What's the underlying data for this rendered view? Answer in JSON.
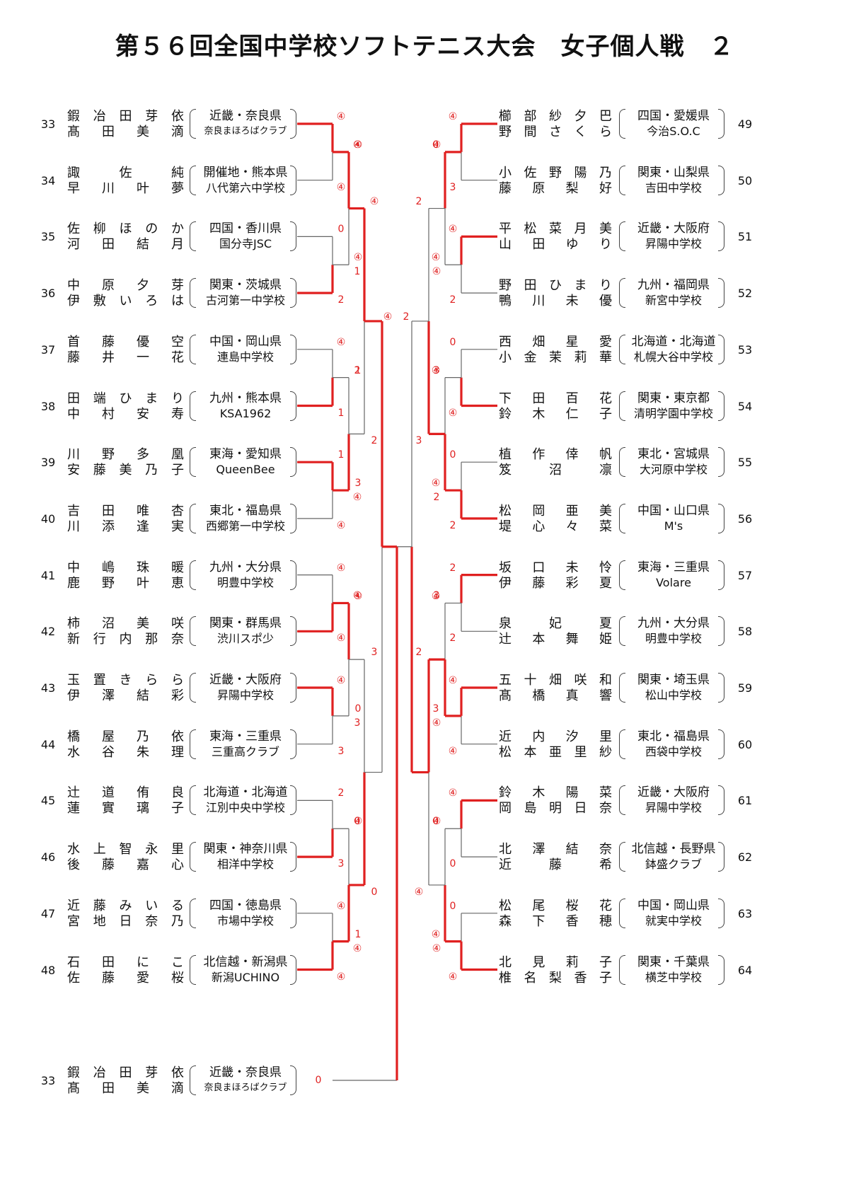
{
  "title": "第５６回全国中学校ソフトテニス大会　女子個人戦　２",
  "colors": {
    "win_line": "#e02020",
    "lose_line": "#666666",
    "score": "#e02020"
  },
  "left_entries": [
    {
      "num": "33",
      "p1": "鍜冶田芽依",
      "p2": "髙田美滴",
      "pref": "近畿・奈良県",
      "club": "奈良まほろばクラブ"
    },
    {
      "num": "34",
      "p1": "諏佐純",
      "p2": "早川叶夢",
      "pref": "開催地・熊本県",
      "club": "八代第六中学校"
    },
    {
      "num": "35",
      "p1": "佐柳ほのか",
      "p2": "河田結月",
      "pref": "四国・香川県",
      "club": "国分寺JSC"
    },
    {
      "num": "36",
      "p1": "中原夕芽",
      "p2": "伊敷いろは",
      "pref": "関東・茨城県",
      "club": "古河第一中学校"
    },
    {
      "num": "37",
      "p1": "首藤優空",
      "p2": "藤井一花",
      "pref": "中国・岡山県",
      "club": "連島中学校"
    },
    {
      "num": "38",
      "p1": "田端ひまり",
      "p2": "中村安寿",
      "pref": "九州・熊本県",
      "club": "KSA1962"
    },
    {
      "num": "39",
      "p1": "川野多凰",
      "p2": "安藤美乃子",
      "pref": "東海・愛知県",
      "club": "QueenBee"
    },
    {
      "num": "40",
      "p1": "吉田唯杏",
      "p2": "川添逢実",
      "pref": "東北・福島県",
      "club": "西郷第一中学校"
    },
    {
      "num": "41",
      "p1": "中嶋珠暖",
      "p2": "鹿野叶恵",
      "pref": "九州・大分県",
      "club": "明豊中学校"
    },
    {
      "num": "42",
      "p1": "柿沼美咲",
      "p2": "新行内那奈",
      "pref": "関東・群馬県",
      "club": "渋川スポ少"
    },
    {
      "num": "43",
      "p1": "玉置きらら",
      "p2": "伊澤結彩",
      "pref": "近畿・大阪府",
      "club": "昇陽中学校"
    },
    {
      "num": "44",
      "p1": "橋屋乃依",
      "p2": "水谷朱理",
      "pref": "東海・三重県",
      "club": "三重高クラブ"
    },
    {
      "num": "45",
      "p1": "辻道侑良",
      "p2": "蓮實璃子",
      "pref": "北海道・北海道",
      "club": "江別中央中学校"
    },
    {
      "num": "46",
      "p1": "水上智永里",
      "p2": "後藤嘉心",
      "pref": "関東・神奈川県",
      "club": "相洋中学校"
    },
    {
      "num": "47",
      "p1": "近藤みいる",
      "p2": "宮地日奈乃",
      "pref": "四国・徳島県",
      "club": "市場中学校"
    },
    {
      "num": "48",
      "p1": "石田にこ",
      "p2": "佐藤愛桜",
      "pref": "北信越・新潟県",
      "club": "新潟UCHINO"
    }
  ],
  "right_entries": [
    {
      "num": "49",
      "p1": "櫛部紗夕巴",
      "p2": "野間さくら",
      "pref": "四国・愛媛県",
      "club": "今治S.O.C"
    },
    {
      "num": "50",
      "p1": "小佐野陽乃",
      "p2": "藤原梨好",
      "pref": "関東・山梨県",
      "club": "吉田中学校"
    },
    {
      "num": "51",
      "p1": "平松菜月美",
      "p2": "山田ゆり",
      "pref": "近畿・大阪府",
      "club": "昇陽中学校"
    },
    {
      "num": "52",
      "p1": "野田ひまり",
      "p2": "鴨川未優",
      "pref": "九州・福岡県",
      "club": "新宮中学校"
    },
    {
      "num": "53",
      "p1": "西畑星愛",
      "p2": "小金茉莉華",
      "pref": "北海道・北海道",
      "club": "札幌大谷中学校"
    },
    {
      "num": "54",
      "p1": "下田百花",
      "p2": "鈴木仁子",
      "pref": "関東・東京都",
      "club": "清明学園中学校"
    },
    {
      "num": "55",
      "p1": "植作倖帆",
      "p2": "笈沼凛",
      "pref": "東北・宮城県",
      "club": "大河原中学校"
    },
    {
      "num": "56",
      "p1": "松岡亜美",
      "p2": "堤心々菜",
      "pref": "中国・山口県",
      "club": "M's"
    },
    {
      "num": "57",
      "p1": "坂口未怜",
      "p2": "伊藤彩夏",
      "pref": "東海・三重県",
      "club": "Volare"
    },
    {
      "num": "58",
      "p1": "泉妃夏",
      "p2": "辻本舞姫",
      "pref": "九州・大分県",
      "club": "明豊中学校"
    },
    {
      "num": "59",
      "p1": "五十畑咲和",
      "p2": "髙橋真響",
      "pref": "関東・埼玉県",
      "club": "松山中学校"
    },
    {
      "num": "60",
      "p1": "近内汐里",
      "p2": "松本亜里紗",
      "pref": "東北・福島県",
      "club": "西袋中学校"
    },
    {
      "num": "61",
      "p1": "鈴木陽菜",
      "p2": "岡島明日奈",
      "pref": "近畿・大阪府",
      "club": "昇陽中学校"
    },
    {
      "num": "62",
      "p1": "北澤結奈",
      "p2": "近藤希",
      "pref": "北信越・長野県",
      "club": "鉢盛クラブ"
    },
    {
      "num": "63",
      "p1": "松尾桜花",
      "p2": "森下香穂",
      "pref": "中国・岡山県",
      "club": "就実中学校"
    },
    {
      "num": "64",
      "p1": "北見莉子",
      "p2": "椎名梨香子",
      "pref": "関東・千葉県",
      "club": "横芝中学校"
    }
  ],
  "bottom_entry": {
    "num": "33",
    "p1": "鍜冶田芽依",
    "p2": "髙田美滴",
    "pref": "近畿・奈良県",
    "club": "奈良まほろばクラブ"
  },
  "left_scores": {
    "r1": [
      [
        "④",
        "④"
      ],
      [
        "0",
        "④"
      ],
      [
        "④",
        "1"
      ],
      [
        "1",
        "3"
      ],
      [
        "④",
        "④"
      ],
      [
        "④",
        "0"
      ],
      [
        "2",
        "④"
      ],
      [
        "④",
        "1"
      ]
    ],
    "r1b": [
      "④",
      "2",
      "1",
      "④",
      "④",
      "3",
      "3",
      "④"
    ],
    "r2": [
      [
        "④",
        "1"
      ],
      [
        "2",
        "④"
      ],
      [
        "④",
        "3"
      ],
      [
        "0",
        "④"
      ]
    ],
    "r3": [
      [
        "④",
        "2"
      ],
      [
        "3",
        "0"
      ]
    ],
    "final": "④"
  },
  "right_scores": {
    "r1": [
      [
        "④",
        "0"
      ],
      [
        "④",
        "④"
      ],
      [
        "0",
        "④"
      ],
      [
        "0",
        "④"
      ],
      [
        "2",
        "④"
      ],
      [
        "④",
        "3"
      ],
      [
        "④",
        "0"
      ],
      [
        "0",
        "④"
      ]
    ],
    "r1b": [
      "3",
      "2",
      "④",
      "2",
      "2",
      "④",
      "0",
      "④"
    ],
    "r2": [
      [
        "④",
        "④"
      ],
      [
        "3",
        "2"
      ],
      [
        "3",
        "④"
      ],
      [
        "④",
        "④"
      ]
    ],
    "r3": [
      [
        "2",
        "3"
      ],
      [
        "2",
        "④"
      ]
    ],
    "final": "2"
  },
  "bottom_score": "0"
}
